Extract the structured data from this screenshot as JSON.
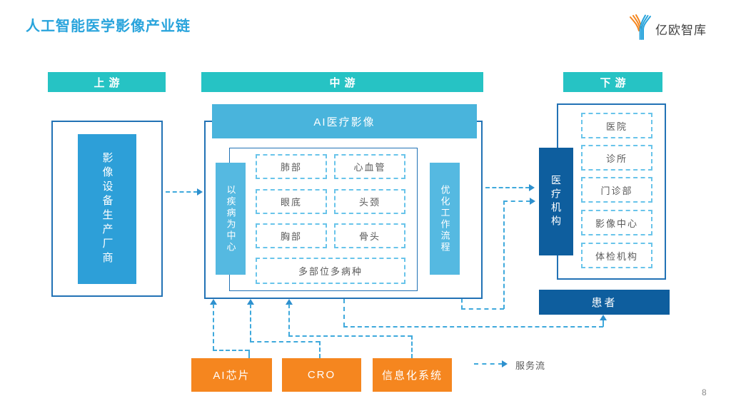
{
  "page": {
    "title": "人工智能医学影像产业链",
    "page_number": "8"
  },
  "logo": {
    "text": "亿欧智库"
  },
  "legend": {
    "service_flow": "服务流"
  },
  "sections": {
    "upstream": {
      "label": "上游",
      "manufacturer": "影像设备生产厂商"
    },
    "midstream": {
      "label": "中游",
      "header": "AI医疗影像",
      "left_pillar": "以疾病为中心",
      "right_pillar": "优化工作流程",
      "disease_items": [
        "肺部",
        "心血管",
        "眼底",
        "头颈",
        "胸部",
        "骨头"
      ],
      "wide_item": "多部位多病种",
      "suppliers": [
        "AI芯片",
        "CRO",
        "信息化系统"
      ]
    },
    "downstream": {
      "label": "下游",
      "institution": "医疗机构",
      "institution_types": [
        "医院",
        "诊所",
        "门诊部",
        "影像中心",
        "体检机构"
      ],
      "patient": "患者"
    }
  },
  "colors": {
    "accent_blue": "#29A4DC",
    "teal_bar": "#26C3C4",
    "manufacturer_blue": "#2D9FD8",
    "header_blue": "#49B4DC",
    "pillar_blue": "#55B9E1",
    "dark_blue": "#0E5E9E",
    "orange": "#F5861F",
    "border_blue": "#2272B5",
    "dash_line_blue": "#3FA9DC",
    "dashed_border_blue": "#69C4EA",
    "text_gray": "#595959"
  }
}
